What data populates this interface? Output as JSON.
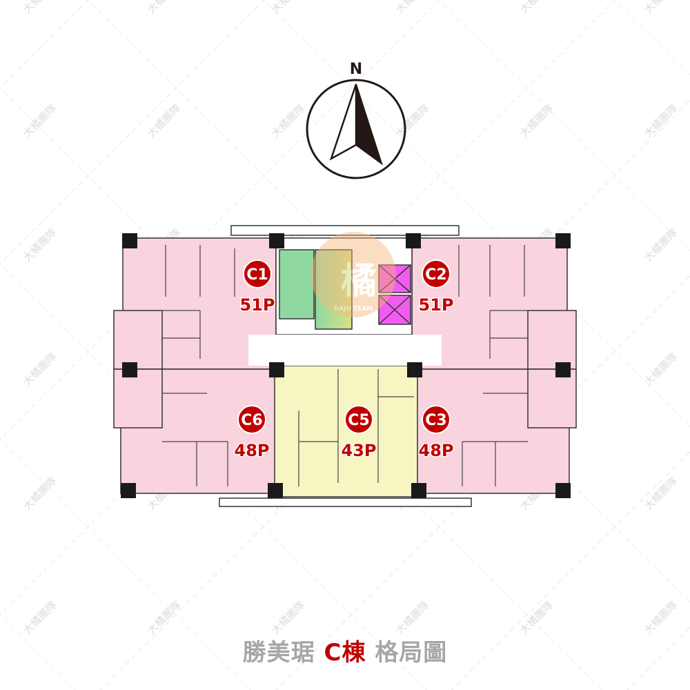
{
  "compass": {
    "label": "N",
    "icon": "north-arrow-icon"
  },
  "watermark": {
    "text": "大橘團隊",
    "logo_char": "橘",
    "logo_subtext": "DAJU TEAM"
  },
  "units": [
    {
      "id": "C1",
      "size": "51P",
      "color": "#f9d3de"
    },
    {
      "id": "C2",
      "size": "51P",
      "color": "#f9d3de"
    },
    {
      "id": "C6",
      "size": "48P",
      "color": "#f9d3de"
    },
    {
      "id": "C5",
      "size": "43P",
      "color": "#f7f5c2"
    },
    {
      "id": "C3",
      "size": "48P",
      "color": "#f9d3de"
    }
  ],
  "colors": {
    "label_red": "#c00000",
    "stair_green": "#8fd9a0",
    "stair_yellow": "#d7e08a",
    "elevator": "#f25bf0",
    "title_gray": "#a6a6a6"
  },
  "title": {
    "project": "勝美琚",
    "building": "C棟",
    "suffix": "格局圖"
  }
}
